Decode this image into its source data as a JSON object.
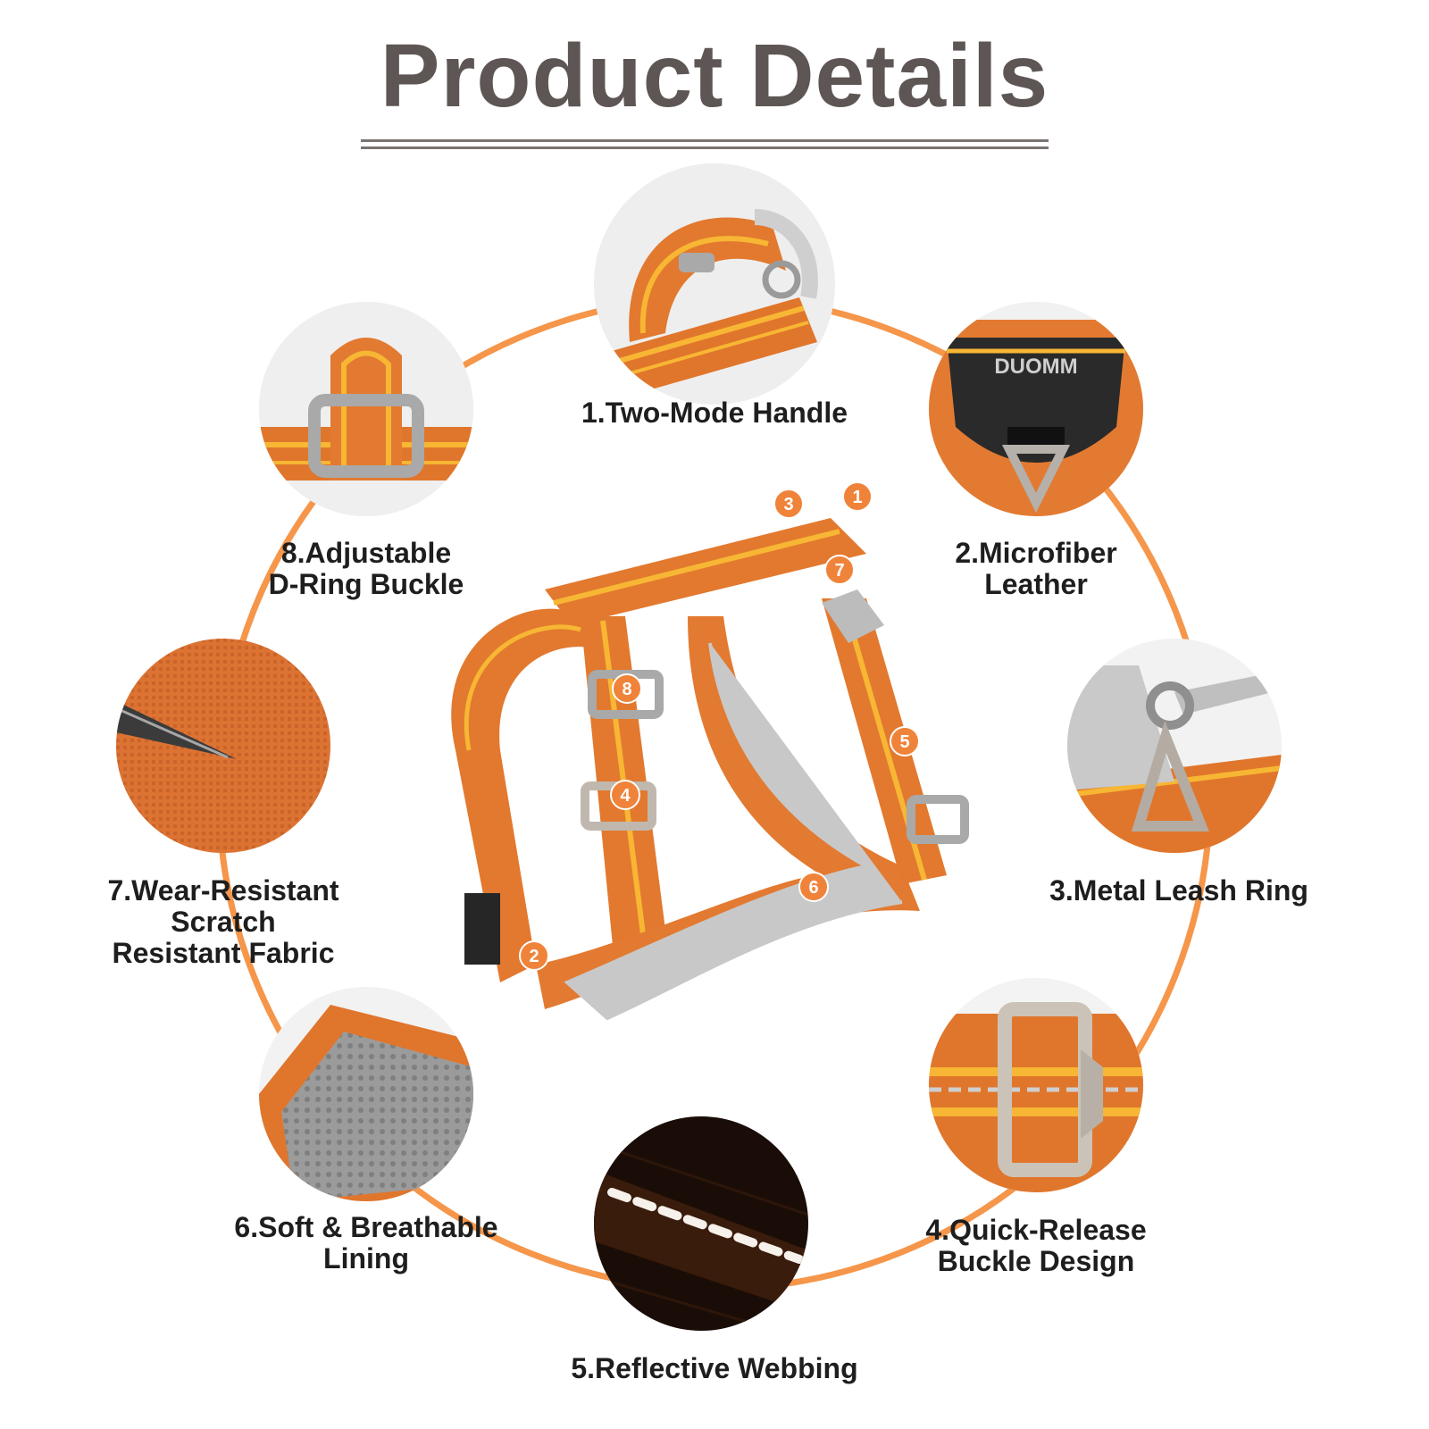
{
  "title": "Product Details",
  "brand_text": "DUOMM",
  "colors": {
    "accent": "#f0833a",
    "strap": "#e2792f",
    "stripe": "#f7b633",
    "mesh": "#c9c9c9",
    "title": "#5e5654"
  },
  "features": [
    {
      "label": "1.Two-Mode Handle",
      "icon": "handle-closeup"
    },
    {
      "label": "2.Microfiber\nLeather",
      "icon": "leather-patch-closeup"
    },
    {
      "label": "3.Metal Leash Ring",
      "icon": "leash-ring-closeup"
    },
    {
      "label": "4.Quick-Release\nBuckle Design",
      "icon": "buckle-closeup"
    },
    {
      "label": "5.Reflective Webbing",
      "icon": "reflective-webbing-closeup"
    },
    {
      "label": "6.Soft & Breathable\nLining",
      "icon": "mesh-lining-closeup"
    },
    {
      "label": "7.Wear-Resistant\nScratch\nResistant Fabric",
      "icon": "fabric-closeup"
    },
    {
      "label": "8.Adjustable\nD-Ring Buckle",
      "icon": "d-ring-closeup"
    }
  ],
  "markers": [
    "1",
    "2",
    "3",
    "4",
    "5",
    "6",
    "7",
    "8"
  ]
}
